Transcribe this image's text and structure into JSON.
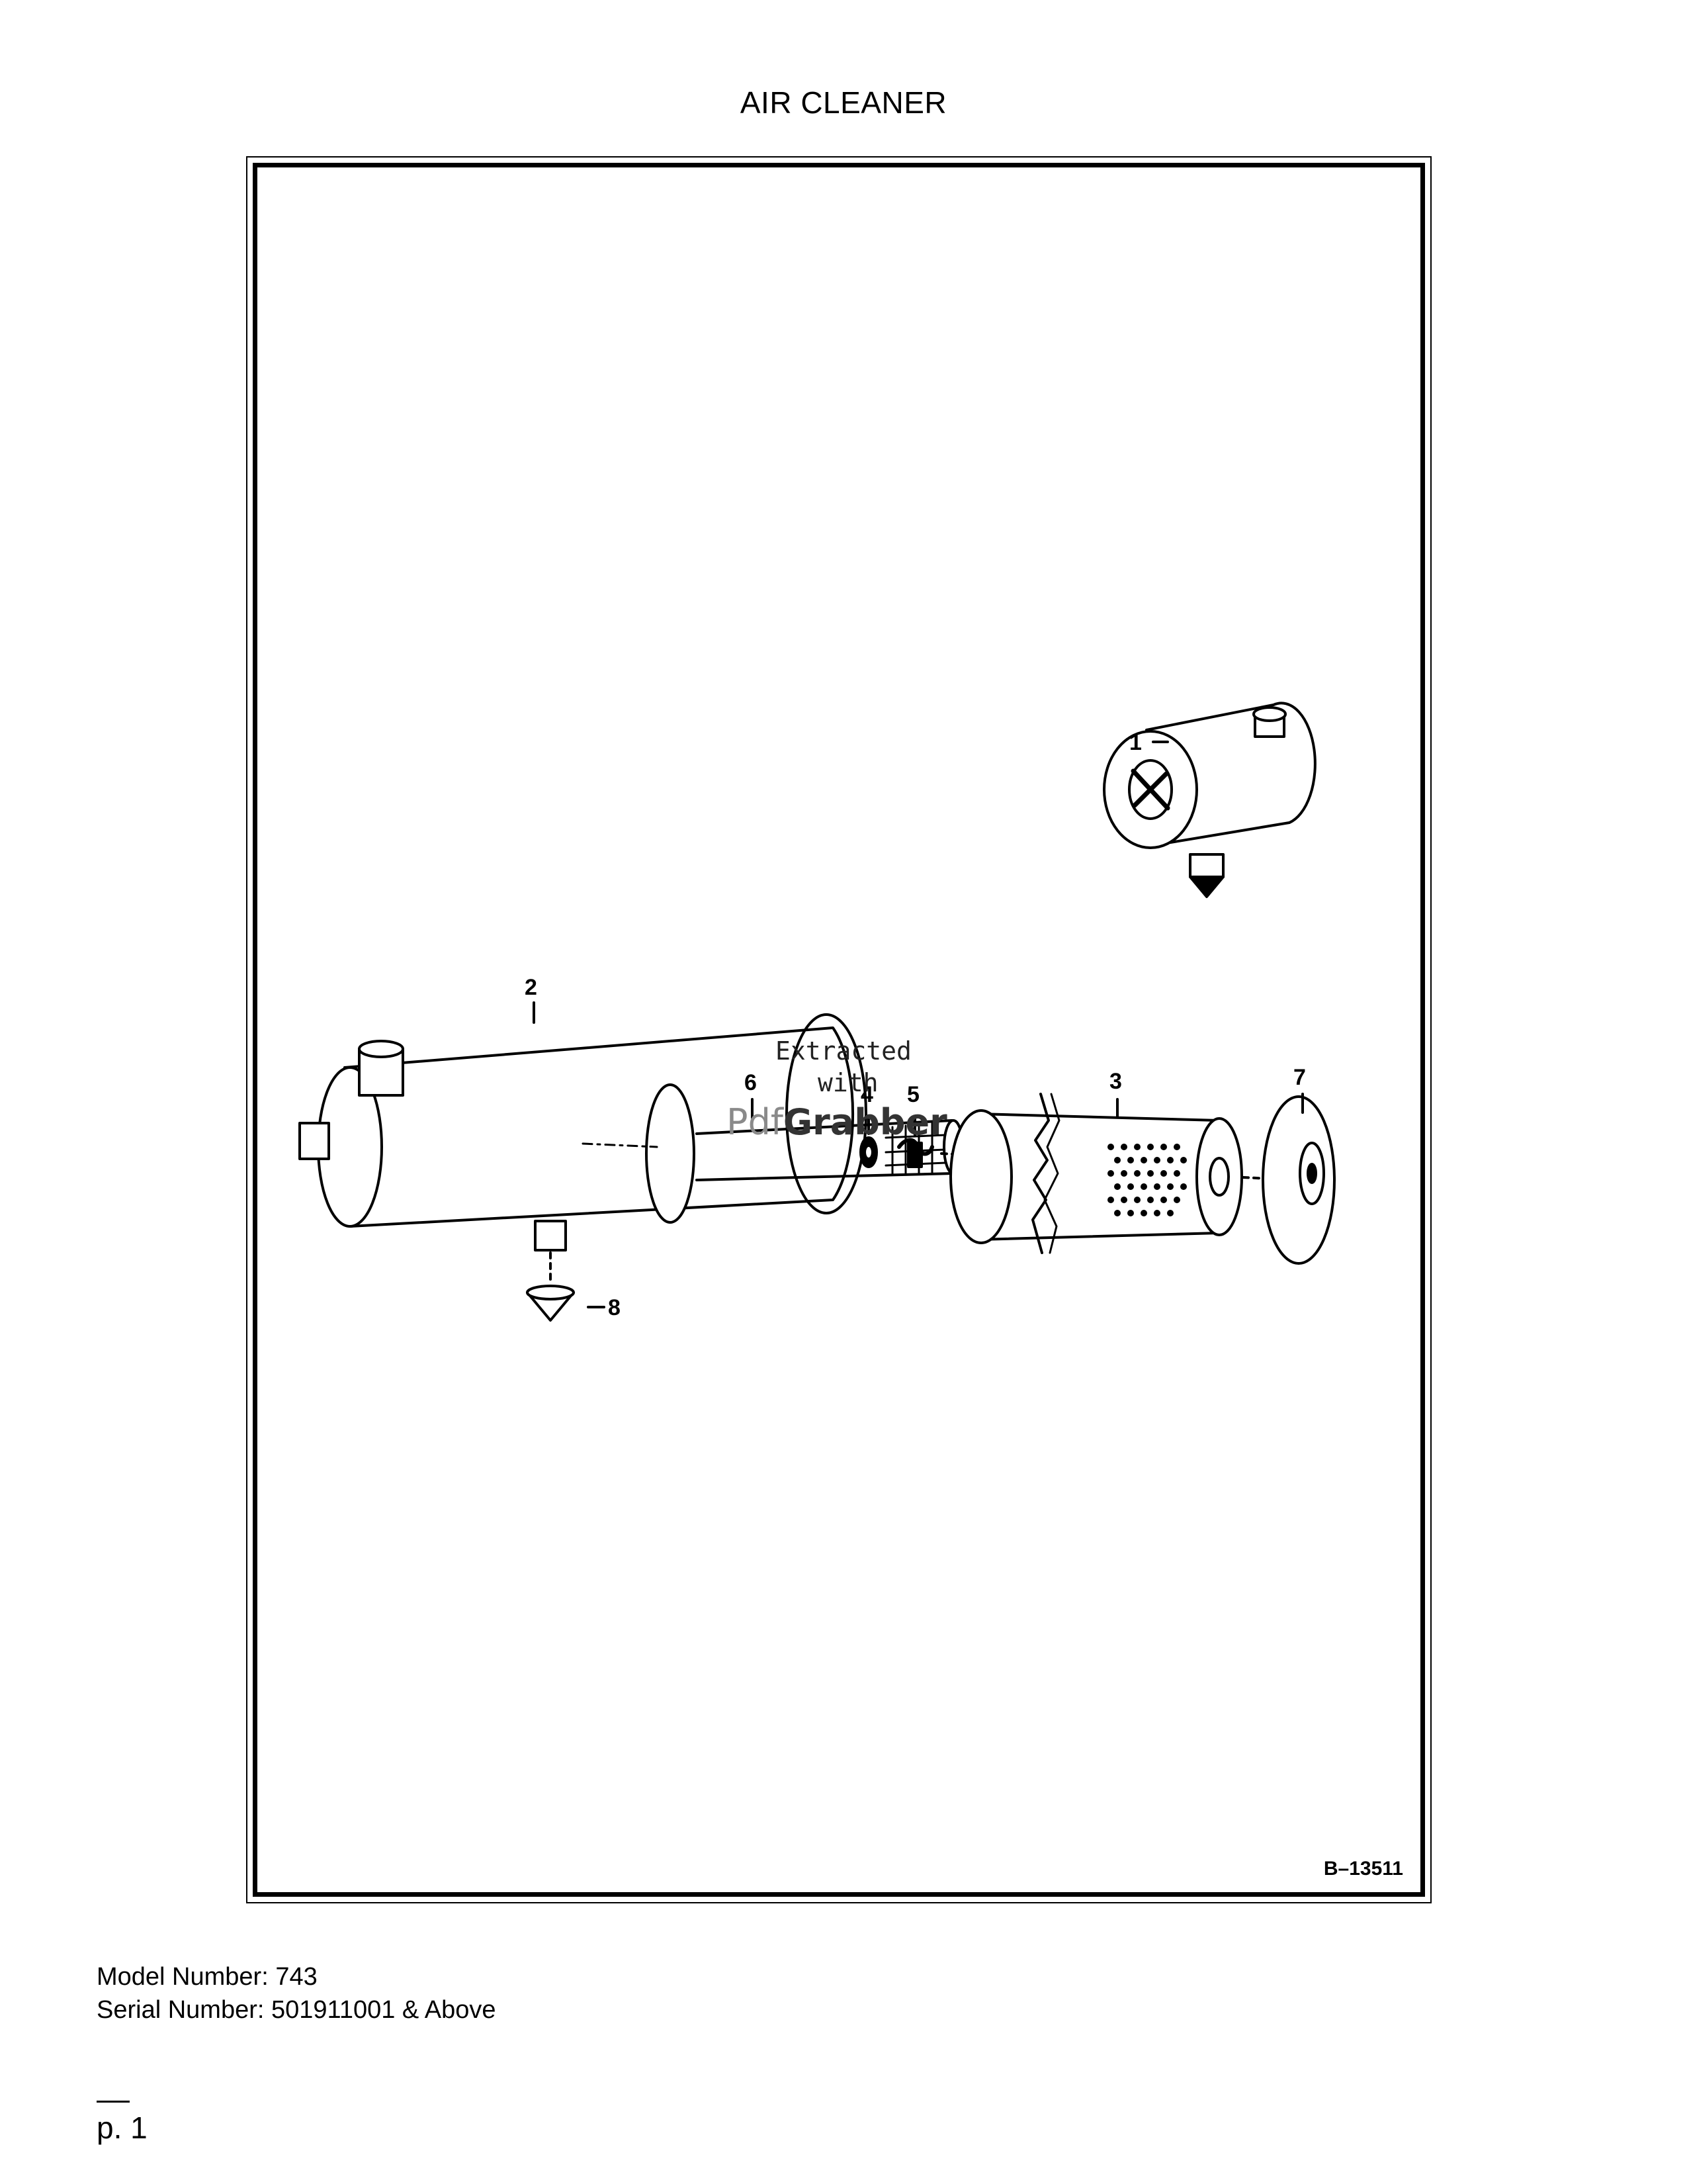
{
  "page": {
    "title": "AIR CLEANER",
    "figure_code": "B–13511",
    "model_line": "Model Number: 743",
    "serial_line": "Serial Number: 501911001 & Above",
    "page_number": "p. 1"
  },
  "callouts": {
    "c1": "1",
    "c2": "2",
    "c3": "3",
    "c4": "4",
    "c5": "5",
    "c6": "6",
    "c7": "7",
    "c8": "8"
  },
  "watermark": {
    "line1": "Extracted",
    "line2": "with",
    "brand_part1": "Pdf",
    "brand_part2": "Grabber"
  }
}
